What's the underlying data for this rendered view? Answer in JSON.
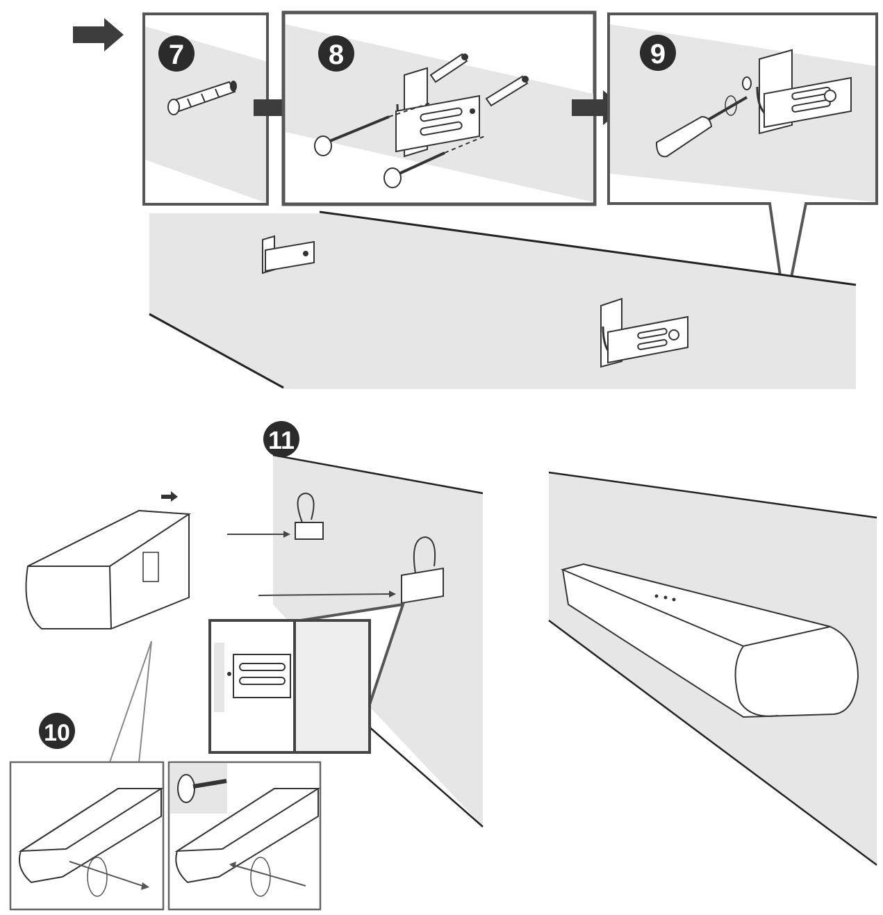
{
  "steps": {
    "s7": "7",
    "s8": "8",
    "s9": "9",
    "s10": "10",
    "s11": "11"
  },
  "colors": {
    "wall": "#e6e6e6",
    "line": "#3a3a3a",
    "arrow": "#3c3c3c",
    "frame": "#555555",
    "badge": "#2b2b2b"
  }
}
